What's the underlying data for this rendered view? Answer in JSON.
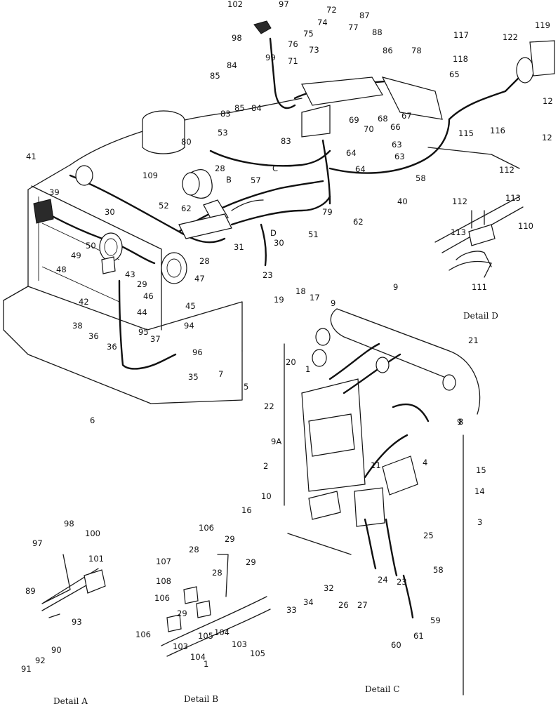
{
  "callouts": [
    "102",
    "97",
    "72",
    "74",
    "87",
    "77",
    "88",
    "75",
    "73",
    "86",
    "78",
    "117",
    "119",
    "122",
    "98",
    "99",
    "84",
    "85",
    "76",
    "71",
    "65",
    "118",
    "12",
    "84",
    "83",
    "85",
    "83",
    "70",
    "68",
    "69",
    "67",
    "66",
    "115",
    "116",
    "12",
    "80",
    "53",
    "63",
    "64",
    "63",
    "64",
    "58",
    "112",
    "113",
    "110",
    "112",
    "113",
    "111",
    "41",
    "39",
    "109",
    "28",
    "C",
    "B",
    "57",
    "79",
    "52",
    "62",
    "62",
    "40",
    "30",
    "31",
    "D",
    "51",
    "50",
    "49",
    "48",
    "42",
    "43",
    "29",
    "30",
    "28",
    "23",
    "47",
    "46",
    "44",
    "45",
    "94",
    "96",
    "95",
    "37",
    "38",
    "36",
    "36",
    "35",
    "6",
    "7",
    "5",
    "22",
    "19",
    "18",
    "17",
    "9",
    "9",
    "21",
    "20",
    "1",
    "8",
    "9A",
    "2",
    "4",
    "11",
    "10",
    "16",
    "15",
    "14",
    "3",
    "25",
    "26",
    "27",
    "24",
    "23",
    "58",
    "59",
    "60",
    "61",
    "33",
    "34",
    "32",
    "97",
    "98",
    "100",
    "101",
    "89",
    "93",
    "90",
    "91",
    "92",
    "106",
    "28",
    "29",
    "107",
    "108",
    "28",
    "106",
    "29",
    "106",
    "29",
    "103",
    "105",
    "104",
    "103",
    "105",
    "104",
    "1",
    "9"
  ],
  "captions": {
    "detail_a": "Detail   A",
    "detail_b": "Detail   B",
    "detail_c": "Detail   C",
    "detail_d": "Detail   D"
  }
}
